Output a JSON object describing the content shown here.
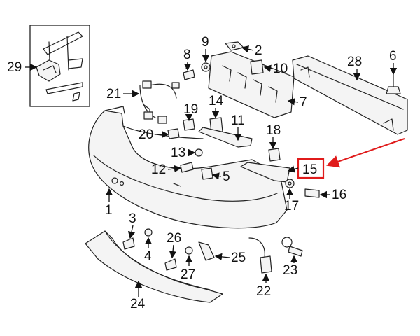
{
  "diagram": {
    "callouts": {
      "c1": "1",
      "c2": "2",
      "c3": "3",
      "c4": "4",
      "c5": "5",
      "c6": "6",
      "c7": "7",
      "c8": "8",
      "c9": "9",
      "c10": "10",
      "c11": "11",
      "c12": "12",
      "c13": "13",
      "c14": "14",
      "c15": "15",
      "c16": "16",
      "c17": "17",
      "c18": "18",
      "c19": "19",
      "c20": "20",
      "c21": "21",
      "c22": "22",
      "c23": "23",
      "c24": "24",
      "c25": "25",
      "c26": "26",
      "c27": "27",
      "c28": "28",
      "c29": "29"
    },
    "highlight": {
      "callout": "15",
      "color": "#e01b1b"
    }
  }
}
